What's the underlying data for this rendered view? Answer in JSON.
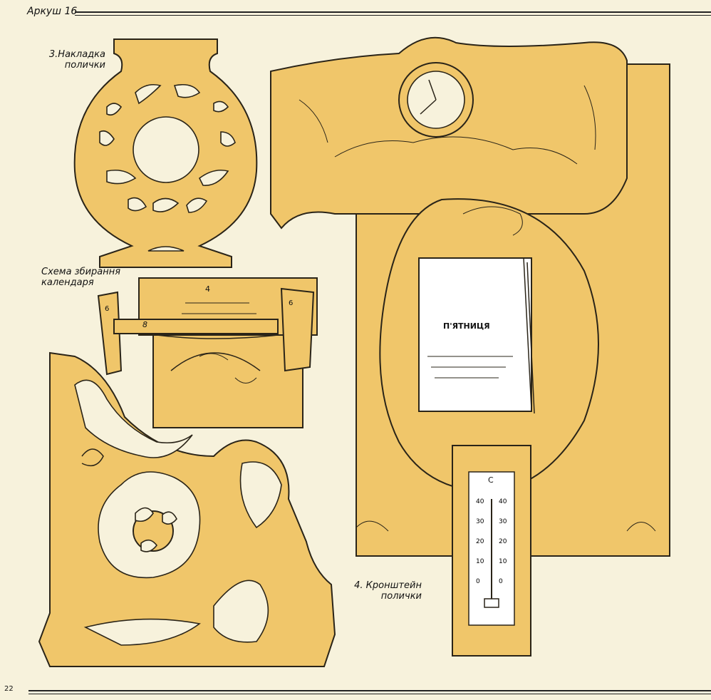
{
  "header": {
    "title": "Аркуш 16"
  },
  "page_number": "22",
  "labels": {
    "shelf_overlay": "3.Накладка\nполички",
    "assembly": "Схема збирання\nкалендаря",
    "bracket": "4. Кронштейн\nполички"
  },
  "assembly_numbers": {
    "top": "4",
    "left": "6",
    "right": "6",
    "shelf": "8"
  },
  "calendar": {
    "weekday": "П'ЯТНИЦЯ"
  },
  "thermometer": {
    "unit": "C",
    "ticks_left": [
      "40",
      "30",
      "20",
      "10",
      "0"
    ],
    "ticks_right": [
      "40",
      "30",
      "20",
      "10",
      "0"
    ]
  },
  "colors": {
    "wood": "#f0c66a",
    "paper": "#f7f2dc",
    "ink": "#2a2418"
  }
}
